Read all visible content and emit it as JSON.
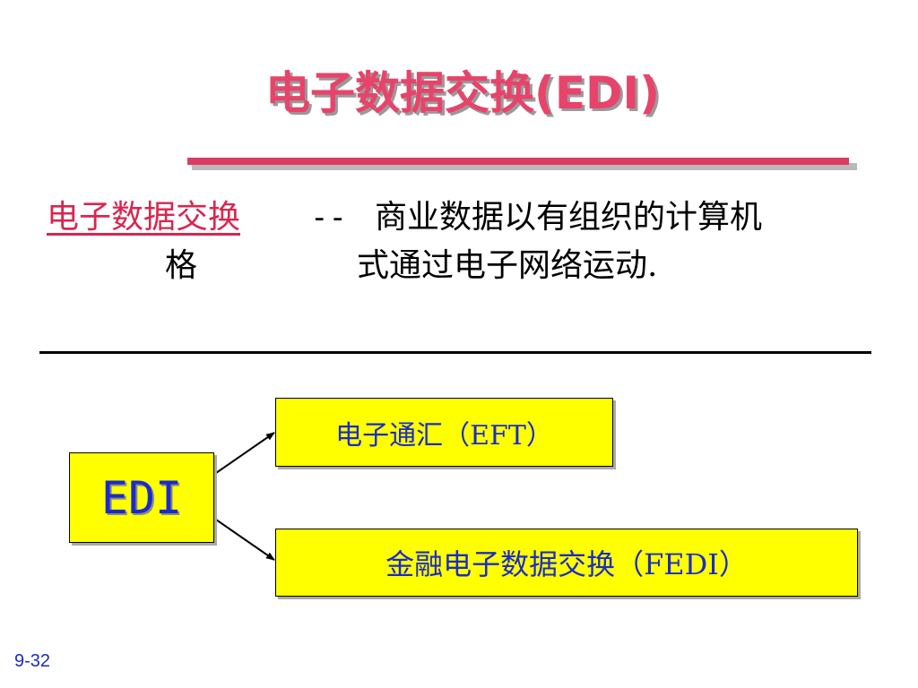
{
  "slide": {
    "title": "电子数据交换(EDI)",
    "definition": {
      "term": "电子数据交换",
      "term_tail": "格",
      "dash": "--",
      "text_line1": "商业数据以有组织的计算机",
      "text_line2": "式通过电子网络运动."
    },
    "diagram": {
      "root": "EDI",
      "branch_top": "电子通汇（EFT）",
      "branch_bottom": "金融电子数据交换（FEDI）"
    },
    "slide_number": "9-32"
  },
  "colors": {
    "title": "#e8436a",
    "accent_bar": "#dc3c63",
    "term": "#d8264f",
    "box_fill": "#ffff00",
    "box_text": "#1a2cc8"
  }
}
